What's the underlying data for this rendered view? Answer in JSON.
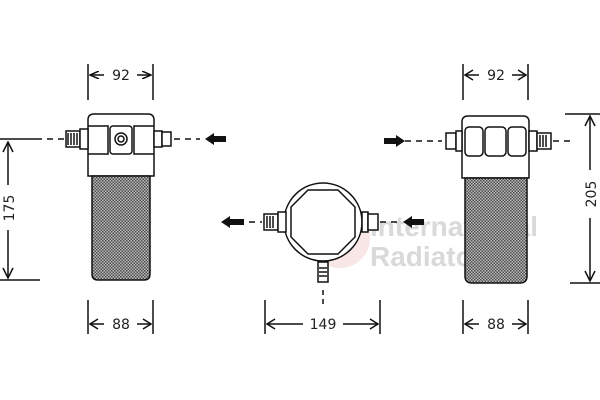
{
  "diagram": {
    "type": "technical-drawing",
    "subject": "receiver-drier",
    "colors": {
      "line": "#111111",
      "hatch": "#555555",
      "watermark": "#d9d9d9",
      "watermark_logo": "#f4d6d6"
    },
    "watermark": {
      "line1": "International",
      "line2": "Radiators"
    },
    "views": {
      "left": {
        "top_width_label": "92",
        "bottom_width_label": "88",
        "height_label": "175"
      },
      "center": {
        "width_label": "149"
      },
      "right": {
        "top_width_label": "92",
        "bottom_width_label": "88",
        "height_label": "205"
      }
    }
  }
}
